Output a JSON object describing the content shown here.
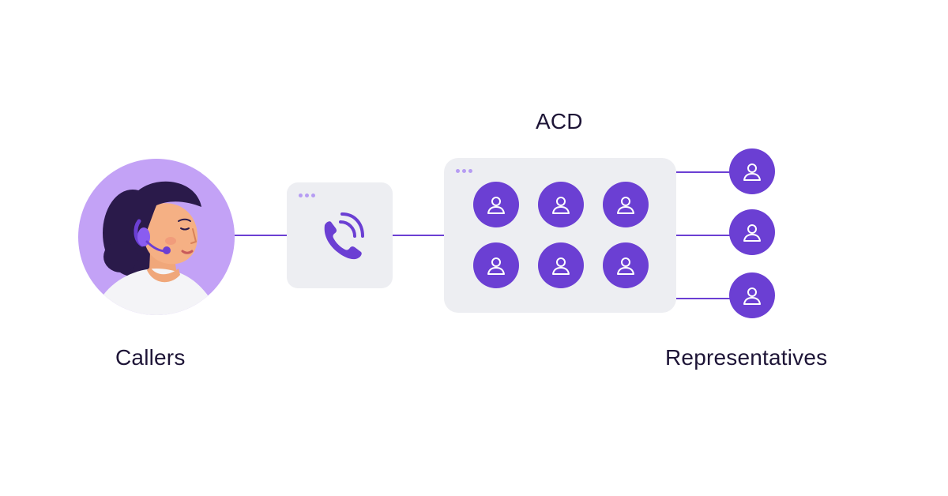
{
  "labels": {
    "acd": "ACD",
    "callers": "Callers",
    "representatives": "Representatives"
  },
  "icons": {
    "phone": "phone-ringing-icon",
    "agent": "user-icon",
    "window_dots": "window-dots-icon"
  },
  "colors": {
    "accent": "#6b3fd3",
    "caller_bg": "#c3a2f6",
    "card_bg": "#edeef2",
    "text": "#1e1537"
  }
}
